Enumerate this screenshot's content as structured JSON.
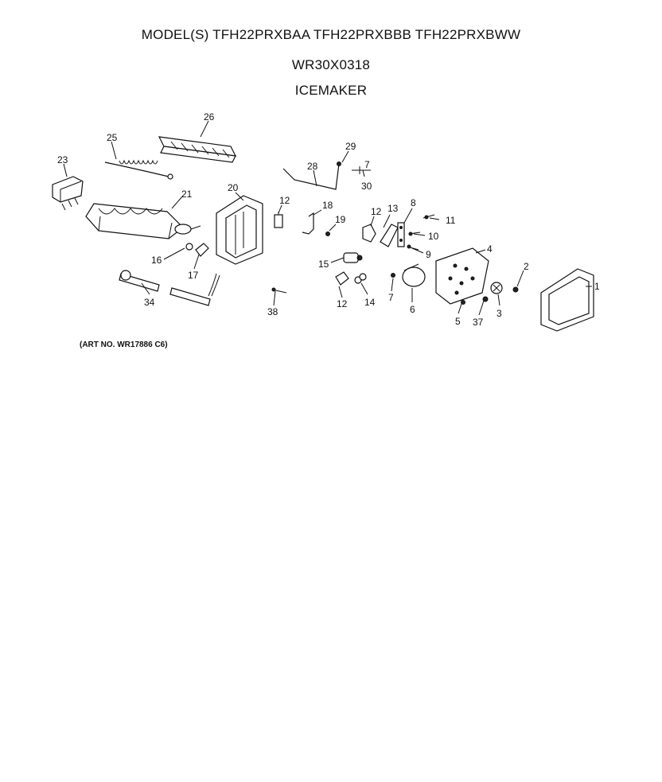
{
  "header": {
    "models": "MODEL(S) TFH22PRXBAA  TFH22PRXBBB  TFH22PRXBWW",
    "part_number": "WR30X0318",
    "section": "ICEMAKER"
  },
  "art_number": "(ART NO. WR17886 C6)",
  "callouts": [
    {
      "id": "c26",
      "label": "26"
    },
    {
      "id": "c25",
      "label": "25"
    },
    {
      "id": "c23",
      "label": "23"
    },
    {
      "id": "c21",
      "label": "21"
    },
    {
      "id": "c20",
      "label": "20"
    },
    {
      "id": "c28",
      "label": "28"
    },
    {
      "id": "c29",
      "label": "29"
    },
    {
      "id": "c7a",
      "label": "7"
    },
    {
      "id": "c30",
      "label": "30"
    },
    {
      "id": "c12a",
      "label": "12"
    },
    {
      "id": "c18",
      "label": "18"
    },
    {
      "id": "c19",
      "label": "19"
    },
    {
      "id": "c12b",
      "label": "12"
    },
    {
      "id": "c13",
      "label": "13"
    },
    {
      "id": "c8",
      "label": "8"
    },
    {
      "id": "c11",
      "label": "11"
    },
    {
      "id": "c10",
      "label": "10"
    },
    {
      "id": "c9",
      "label": "9"
    },
    {
      "id": "c4",
      "label": "4"
    },
    {
      "id": "c16",
      "label": "16"
    },
    {
      "id": "c17",
      "label": "17"
    },
    {
      "id": "c15",
      "label": "15"
    },
    {
      "id": "c2",
      "label": "2"
    },
    {
      "id": "c1",
      "label": "1"
    },
    {
      "id": "c34",
      "label": "34"
    },
    {
      "id": "c38",
      "label": "38"
    },
    {
      "id": "c12c",
      "label": "12"
    },
    {
      "id": "c14",
      "label": "14"
    },
    {
      "id": "c7b",
      "label": "7"
    },
    {
      "id": "c6",
      "label": "6"
    },
    {
      "id": "c5",
      "label": "5"
    },
    {
      "id": "c37",
      "label": "37"
    },
    {
      "id": "c3",
      "label": "3"
    }
  ]
}
